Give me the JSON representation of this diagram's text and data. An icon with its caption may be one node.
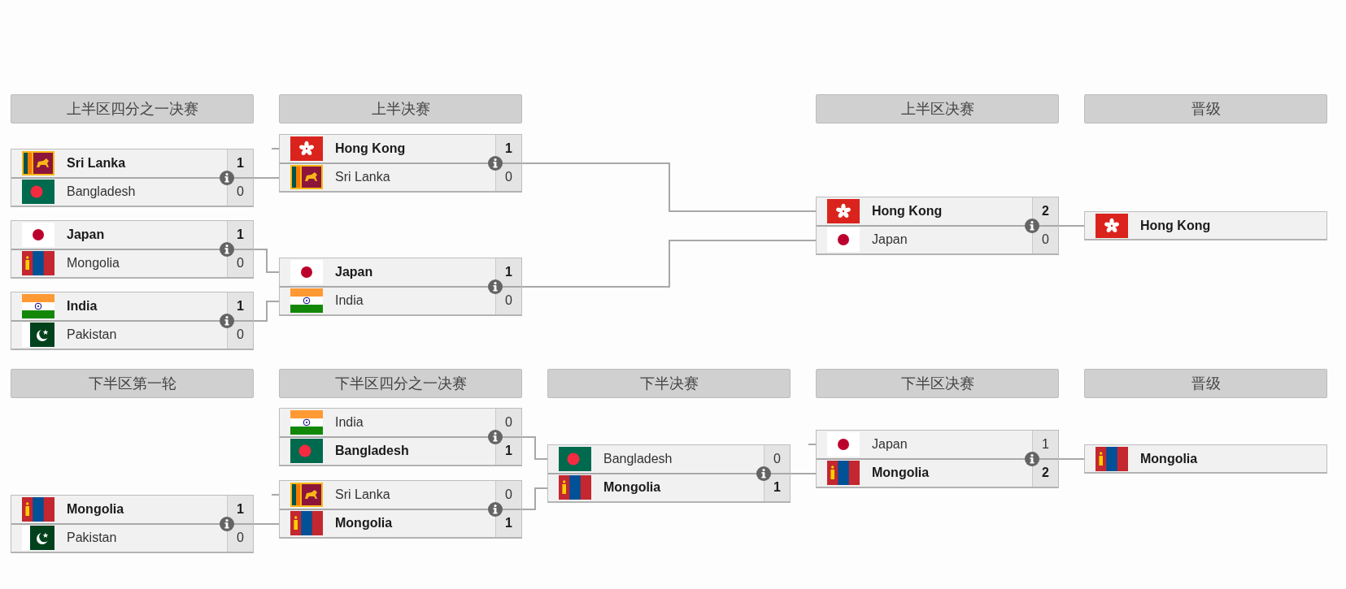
{
  "diagram": {
    "nodes": [
      {
        "text": [
          "上半区四分之一决赛"
        ]
      },
      {
        "text": [
          "上半决赛"
        ]
      },
      {
        "text": [
          "上半区决赛"
        ]
      },
      {
        "text": [
          "晋级"
        ]
      },
      {
        "text": [
          "Sri Lanka",
          "1",
          "Bangladesh",
          "0"
        ]
      },
      {
        "text": [
          "Japan",
          "1",
          "Mongolia",
          "0"
        ]
      },
      {
        "text": [
          "India",
          "1",
          "Pakistan",
          "0"
        ]
      },
      {
        "text": [
          "Hong Kong",
          "1",
          "Sri Lanka",
          "0"
        ]
      },
      {
        "text": [
          "Japan",
          "1",
          "India",
          "0"
        ]
      },
      {
        "text": [
          "Hong Kong",
          "2",
          "Japan",
          "0"
        ]
      },
      {
        "text": [
          "Hong Kong"
        ]
      },
      {
        "text": [
          "下半区第一轮"
        ]
      },
      {
        "text": [
          "下半区四分之一决赛"
        ]
      },
      {
        "text": [
          "下半决赛"
        ]
      },
      {
        "text": [
          "下半区决赛"
        ]
      },
      {
        "text": [
          "晋级"
        ]
      },
      {
        "text": [
          "Mongolia",
          "1",
          "Pakistan",
          "0"
        ]
      },
      {
        "text": [
          "India",
          "0",
          "Bangladesh",
          "1"
        ]
      },
      {
        "text": [
          "Sri Lanka",
          "0",
          "Mongolia",
          "1"
        ]
      },
      {
        "text": [
          "Bangladesh",
          "0",
          "Mongolia",
          "1"
        ]
      },
      {
        "text": [
          "Japan",
          "1",
          "Mongolia",
          "2"
        ]
      },
      {
        "text": [
          "Mongolia"
        ]
      }
    ],
    "edges": [
      {
        "from": 4,
        "to": 7,
        "arrow": "none"
      },
      {
        "from": null,
        "to": 7,
        "arrow": "none"
      },
      {
        "from": 5,
        "to": 8,
        "arrow": "none"
      },
      {
        "from": 6,
        "to": 8,
        "arrow": "none"
      },
      {
        "from": 7,
        "to": 9,
        "arrow": "none"
      },
      {
        "from": 8,
        "to": 9,
        "arrow": "none"
      },
      {
        "from": 9,
        "to": 10,
        "arrow": "none"
      },
      {
        "from": null,
        "to": 18,
        "arrow": "none"
      },
      {
        "from": 16,
        "to": 18,
        "arrow": "none"
      },
      {
        "from": 17,
        "to": 19,
        "arrow": "none"
      },
      {
        "from": 18,
        "to": 19,
        "arrow": "none"
      },
      {
        "from": null,
        "to": 20,
        "arrow": "none"
      },
      {
        "from": 19,
        "to": 20,
        "arrow": "none"
      },
      {
        "from": 20,
        "to": 21,
        "arrow": "none"
      }
    ]
  }
}
